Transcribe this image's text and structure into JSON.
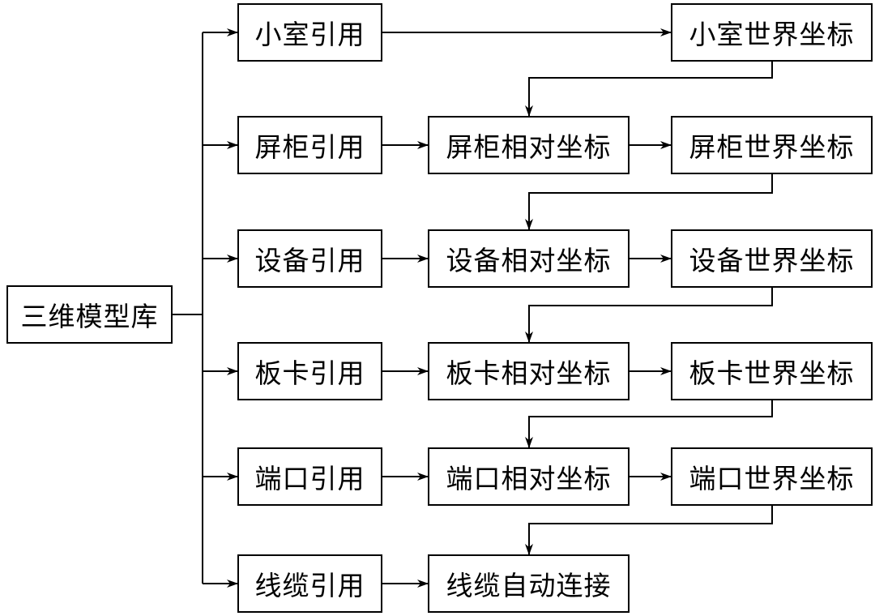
{
  "diagram": {
    "root": "三维模型库",
    "rows": [
      {
        "ref": "小室引用",
        "relative": "",
        "world": "小室世界坐标"
      },
      {
        "ref": "屏柜引用",
        "relative": "屏柜相对坐标",
        "world": "屏柜世界坐标"
      },
      {
        "ref": "设备引用",
        "relative": "设备相对坐标",
        "world": "设备世界坐标"
      },
      {
        "ref": "板卡引用",
        "relative": "板卡相对坐标",
        "world": "板卡世界坐标"
      },
      {
        "ref": "端口引用",
        "relative": "端口相对坐标",
        "world": "端口世界坐标"
      },
      {
        "ref": "线缆引用",
        "relative": "线缆自动连接",
        "world": ""
      }
    ]
  },
  "colors": {
    "stroke": "#000000",
    "background": "#ffffff"
  }
}
